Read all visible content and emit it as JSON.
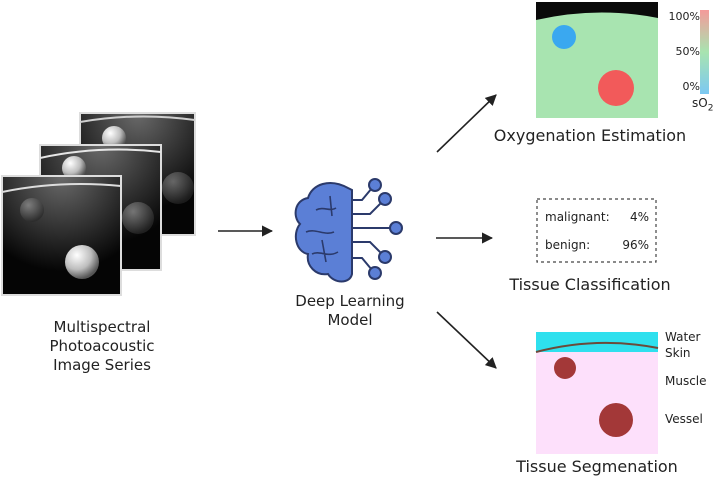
{
  "input": {
    "title_line1": "Multispectral",
    "title_line2": "Photoacoustic",
    "title_line3": "Image Series"
  },
  "model": {
    "label_line1": "Deep Learning",
    "label_line2": "Model",
    "icon": "brain-circuit-icon"
  },
  "oxygenation": {
    "title": "Oxygenation Estimation",
    "colorbar_ticks": [
      "100%",
      "50%",
      "0%"
    ],
    "colorbar_label": "sO",
    "colorbar_label_sub": "2",
    "colors": {
      "tissue": "#a8e4b0",
      "low": "#3aa8f0",
      "high": "#f25a5a",
      "top": "#f49a9a",
      "bottom": "#7cc8f2"
    }
  },
  "classification": {
    "title": "Tissue Classification",
    "rows": [
      {
        "name": "malignant:",
        "value": "4%"
      },
      {
        "name": "benign:",
        "value": "96%"
      }
    ]
  },
  "segmentation": {
    "title": "Tissue Segmenation",
    "labels": [
      "Water",
      "Skin",
      "Muscle",
      "Vessel"
    ],
    "colors": {
      "water": "#2ee0ee",
      "skin": "#6b4a3a",
      "background": "#fde0fb",
      "muscle": "#a33838",
      "vessel": "#a33838"
    }
  }
}
